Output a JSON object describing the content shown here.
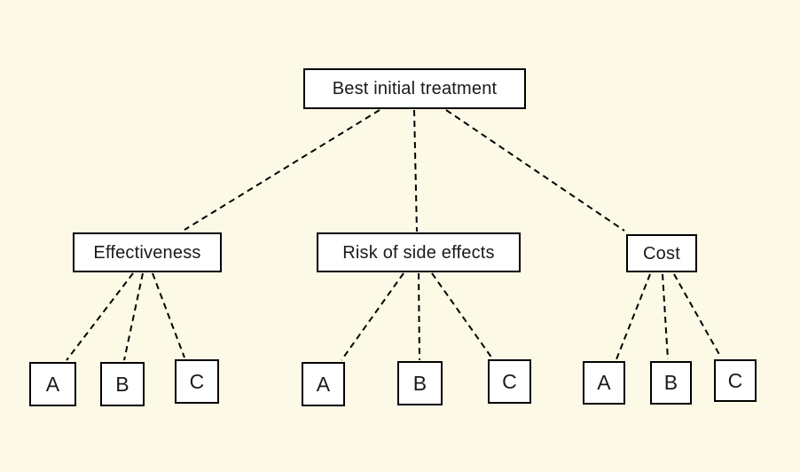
{
  "diagram": {
    "type": "decision-tree",
    "root": {
      "label": "Best initial treatment"
    },
    "criteria": [
      {
        "label": "Effectiveness",
        "options": [
          "A",
          "B",
          "C"
        ]
      },
      {
        "label": "Risk of side effects",
        "options": [
          "A",
          "B",
          "C"
        ]
      },
      {
        "label": "Cost",
        "options": [
          "A",
          "B",
          "C"
        ]
      }
    ]
  },
  "colors": {
    "background": "#FDF9E7",
    "node_fill": "#FFFFFF",
    "node_border": "#000000",
    "connector": "#000000",
    "text": "#1A1A1A"
  }
}
